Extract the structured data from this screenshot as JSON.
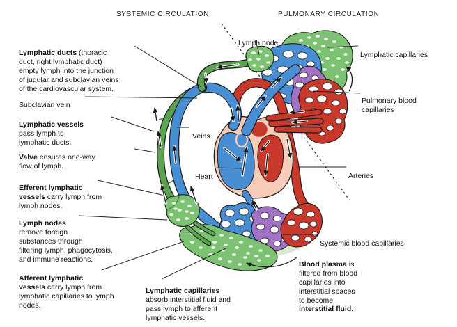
{
  "headers": {
    "systemic": "SYSTEMIC CIRCULATION",
    "pulmonary": "PULMONARY CIRCULATION"
  },
  "labels": {
    "lymphatic_ducts": {
      "bold": "Lymphatic ducts",
      "rest": " (thoracic\nduct, right lymphatic duct)\nempty lymph into the junction\nof jugular and subclavian veins\nof the cardiovascular system."
    },
    "subclavian_vein": {
      "text": "Subclavian vein"
    },
    "lymphatic_vessels": {
      "bold": "Lymphatic vessels",
      "rest": "\npass lymph to\nlymphatic ducts."
    },
    "valve": {
      "bold": "Valve",
      "rest": " ensures one-way\nflow of lymph."
    },
    "efferent_vessels": {
      "bold": "Efferent lymphatic\nvessels",
      "rest": " carry lymph from\nlymph nodes."
    },
    "lymph_nodes": {
      "bold": "Lymph nodes",
      "rest": "\nremove foreign\nsubstances through\nfiltering lymph, phagocytosis,\nand immune reactions."
    },
    "afferent_vessels": {
      "bold": "Afferent lymphatic\nvessels",
      "rest": " carry lymph from\nlymphatic capillaries to lymph\nnodes."
    },
    "lymphatic_capillaries_bottom": {
      "bold": "Lymphatic capillaries",
      "rest": "\nabsorb interstitial fluid and\npass lymph to afferent\nlymphatic vessels."
    },
    "lymph_node": {
      "text": "Lymph node"
    },
    "lymphatic_capillaries_right": {
      "text": "Lymphatic capillaries"
    },
    "pulmonary_blood_capillaries": {
      "text": "Pulmonary blood\ncapillaries"
    },
    "arteries": {
      "text": "Arteries"
    },
    "systemic_blood_capillaries": {
      "text": "Systemic blood capillaries"
    },
    "veins": {
      "text": "Veins"
    },
    "heart": {
      "text": "Heart"
    },
    "blood_plasma": {
      "bold": "Blood plasma",
      "mid": " is\nfiltered from blood\ncapillaries into\ninterstitial spaces\nto become\n",
      "bold_end": "interstitial fluid."
    }
  },
  "colors": {
    "lymph_green": "#5ca351",
    "node_green": "#7cc272",
    "speckle": "#f2f9f0",
    "pale_green": "#d6ebd2",
    "vein_blue": "#478ed2",
    "artery_red": "#c8392b",
    "capillary_purple": "#a273c4",
    "heart_wall": "#f7cdba",
    "ink": "#1b1b1b",
    "leader": "#222222",
    "text": "#111111",
    "background": "#ffffff"
  }
}
